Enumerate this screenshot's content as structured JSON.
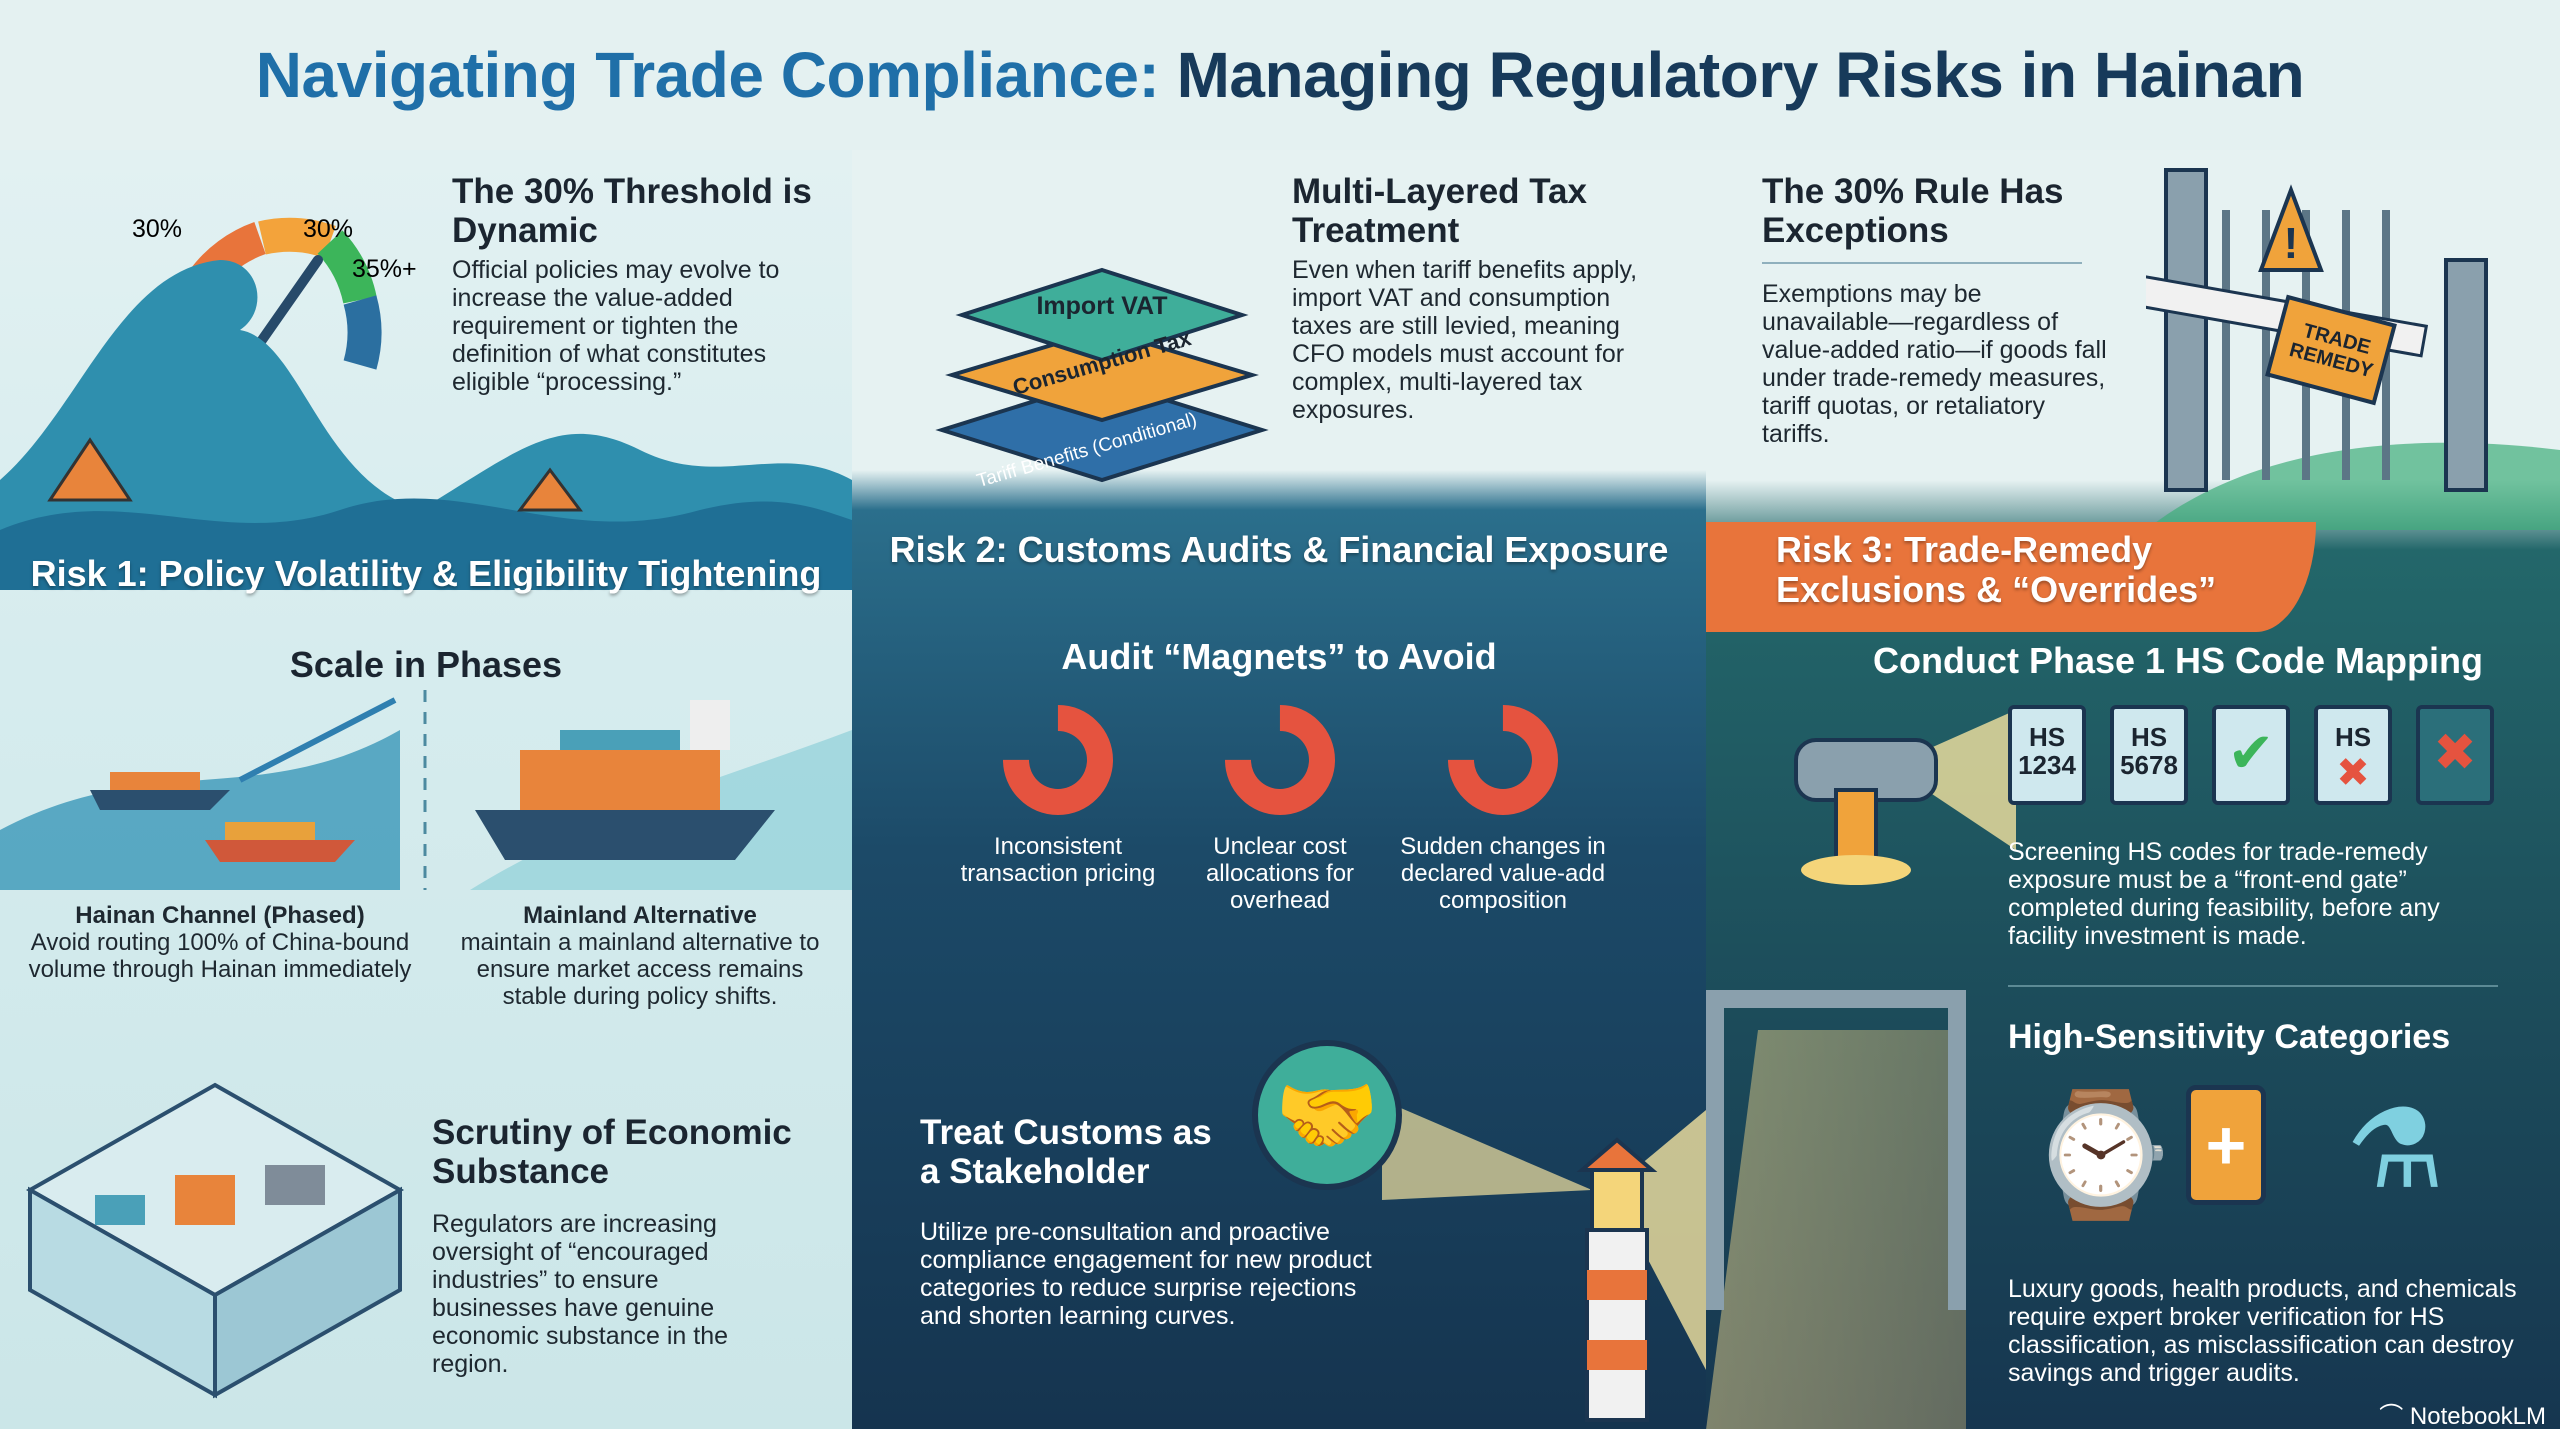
{
  "title": {
    "part1": "Navigating Trade Compliance:",
    "part2": "Managing Regulatory Risks in Hainan"
  },
  "col1": {
    "gauge": {
      "label_low": "30%",
      "label_mid": "30%",
      "label_high": "35%+"
    },
    "threshold": {
      "heading": "The 30% Threshold is Dynamic",
      "body": "Official policies may evolve to increase the value-added requirement or tighten the definition of what constitutes eligible “processing.”"
    },
    "risk_title": "Risk 1: Policy Volatility & Eligibility Tightening",
    "phases_title": "Scale in Phases",
    "hainan": {
      "heading": "Hainan Channel (Phased)",
      "body": "Avoid routing 100% of China-bound volume through Hainan immediately"
    },
    "mainland": {
      "heading": "Mainland Alternative",
      "body": "maintain a mainland alternative to ensure market access remains stable during policy shifts."
    },
    "substance": {
      "heading": "Scrutiny of Economic Substance",
      "body": "Regulators are increasing oversight of “encouraged industries” to ensure businesses have genuine economic substance in the region."
    }
  },
  "col2": {
    "layers": [
      "Import VAT",
      "Consumption Tax",
      "Tariff Benefits (Conditional)"
    ],
    "tax": {
      "heading": "Multi-Layered Tax Treatment",
      "body": "Even when tariff benefits apply, import VAT and consumption taxes are still levied, meaning CFO models must account for complex, multi-layered tax exposures."
    },
    "risk_title": "Risk 2:  Customs Audits & Financial Exposure",
    "magnets_title": "Audit “Magnets” to Avoid",
    "magnets": [
      "Inconsistent transaction pricing",
      "Unclear cost allocations for overhead",
      "Sudden changes in declared value-add composition"
    ],
    "customs": {
      "heading": "Treat Customs as a Stakeholder",
      "body": "Utilize pre-consultation and proactive compliance engagement for new product categories to reduce surprise rejections and shorten learning curves."
    }
  },
  "col3": {
    "rule": {
      "heading": "The 30% Rule Has Exceptions",
      "body": "Exemptions may be unavailable—regardless of value-added ratio—if goods fall under trade-remedy measures, tariff quotas, or retaliatory tariffs."
    },
    "gate_sign": "TRADE REMEDY",
    "risk_title": "Risk 3: Trade-Remedy Exclusions & “Overrides”",
    "mapping_title": "Conduct Phase 1 HS Code Mapping",
    "docs": [
      {
        "l1": "HS",
        "l2": "1234"
      },
      {
        "l1": "HS",
        "l2": "5678"
      },
      {
        "l1": "",
        "l2": ""
      },
      {
        "l1": "HS",
        "l2": ""
      },
      {
        "l1": "",
        "l2": ""
      }
    ],
    "screening": "Screening HS codes for trade-remedy exposure must be a “front-end gate” completed during feasibility, before any facility investment is made.",
    "sensitivity_title": "High-Sensitivity Categories",
    "sensitivity_body": "Luxury goods, health products, and chemicals require expert broker verification for HS classification, as misclassification can destroy savings and trigger audits.",
    "brand": "NotebookLM"
  },
  "colors": {
    "accent_blue": "#1f6fa8",
    "navy": "#173a5a",
    "orange": "#e8743b",
    "green": "#3cb55a",
    "red": "#e5533f"
  }
}
